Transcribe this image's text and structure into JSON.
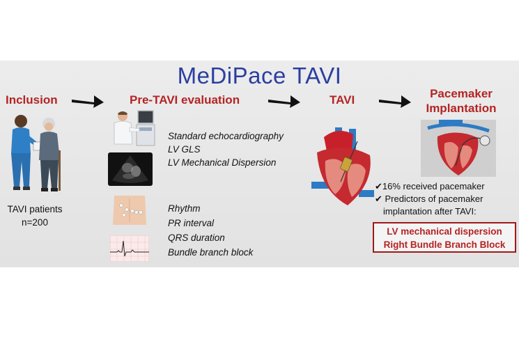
{
  "title": "MeDiPace TAVI",
  "steps": {
    "inclusion": "Inclusion",
    "pre_tavi": "Pre-TAVI evaluation",
    "tavi": "TAVI",
    "pacemaker_line1": "Pacemaker",
    "pacemaker_line2": "Implantation"
  },
  "patients": {
    "label": "TAVI patients",
    "count": "n=200"
  },
  "echo_evaluation": [
    "Standard echocardiography",
    "LV GLS",
    "LV Mechanical Dispersion"
  ],
  "ecg_evaluation": [
    "Rhythm",
    "PR interval",
    "QRS duration",
    "Bundle branch block"
  ],
  "results": {
    "line1": "✔16% received pacemaker",
    "line2": "✔ Predictors of pacemaker",
    "line3": "implantation after TAVI:"
  },
  "predictors": [
    "LV mechanical dispersion",
    "Right Bundle Branch Block"
  ],
  "colors": {
    "title": "#2b3fa0",
    "step": "#b52323",
    "box_border": "#a01818"
  },
  "icons": [
    "arrow-right-icon",
    "nurse-patient-illustration",
    "doctor-echo-illustration",
    "echo-image",
    "chest-electrodes-illustration",
    "ecg-strip-image",
    "heart-valve-illustration",
    "pacemaker-heart-illustration"
  ]
}
